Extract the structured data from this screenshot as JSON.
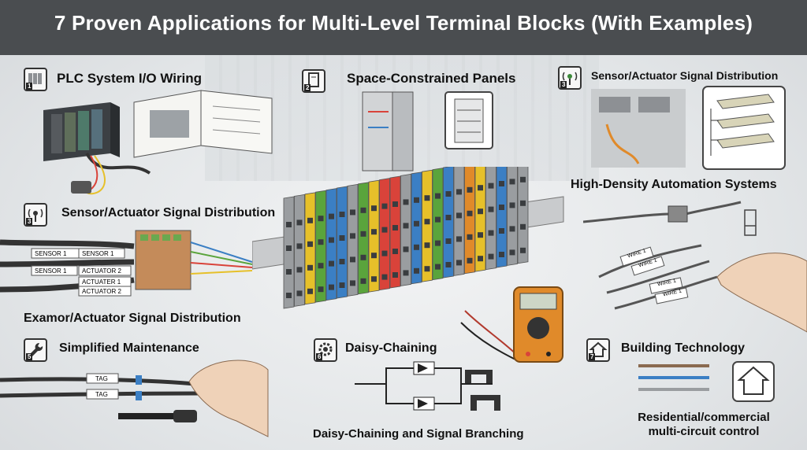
{
  "title": "7 Proven Applications for Multi-Level Terminal Blocks (With Examples)",
  "sections": {
    "plc": {
      "number": "1",
      "label": "PLC System I/O Wiring",
      "icon": "plc-module-icon"
    },
    "space": {
      "number": "2",
      "label": "Space-Constrained Panels",
      "icon": "panel-cabinet-icon"
    },
    "sensor_top": {
      "number": "3",
      "label": "Sensor/Actuator Signal Distribution",
      "icon": "sensor-antenna-icon"
    },
    "high_density": {
      "label": "High-Density Automation Systems"
    },
    "sensor_left": {
      "number": "3",
      "label": "Sensor/Actuator Signal Distribution",
      "icon": "sensor-antenna-icon",
      "wire_tags": [
        "SENSOR 1",
        "SENSOR 1",
        "SENSOR 1",
        "ACTUATOR 2",
        "ACTUATER 1",
        "ACTUATOR 2"
      ]
    },
    "examor": {
      "label": "Examor/Actuator Signal Distribution"
    },
    "maintenance": {
      "number": "5",
      "label": "Simplified Maintenance",
      "icon": "wrench-icon",
      "tags": [
        "TAG",
        "TAG"
      ]
    },
    "daisy": {
      "number": "6",
      "label": "Daisy-Chaining",
      "icon": "gear-icon",
      "sublabel": "Daisy-Chaining and Signal Branching"
    },
    "building": {
      "number": "7",
      "label": "Building Technology",
      "icon": "house-icon",
      "sublabel_line1": "Residential/commercial",
      "sublabel_line2": "multi-circuit control"
    },
    "wire_markers": [
      "WIRE 1",
      "WIRE 1",
      "WIRE 1",
      "WIRE 1"
    ]
  },
  "colors": {
    "title_bar": "#4a4d50",
    "blue": "#3b7fc4",
    "yellow": "#e6c02a",
    "green": "#5aa43c",
    "red": "#d9433a",
    "orange": "#e08a2a",
    "grey": "#9a9da0"
  }
}
